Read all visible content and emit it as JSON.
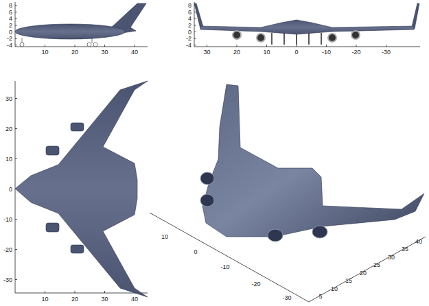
{
  "diagram": {
    "labels": [
      "8",
      "6",
      "4",
      "2",
      "0",
      "-2",
      "-4",
      "10",
      "20",
      "30",
      "40",
      "8",
      "6",
      "4",
      "2",
      "0",
      "-2",
      "-4",
      "30",
      "20",
      "10",
      "0",
      "-10",
      "-20",
      "-30",
      "30",
      "20",
      "10",
      "0",
      "-10",
      "-20",
      "-30",
      "10",
      "20",
      "30",
      "40",
      "10",
      "0",
      "-10",
      "-20",
      "-30",
      "5",
      "10",
      "15",
      "20",
      "25",
      "30",
      "35",
      "40"
    ]
  }
}
